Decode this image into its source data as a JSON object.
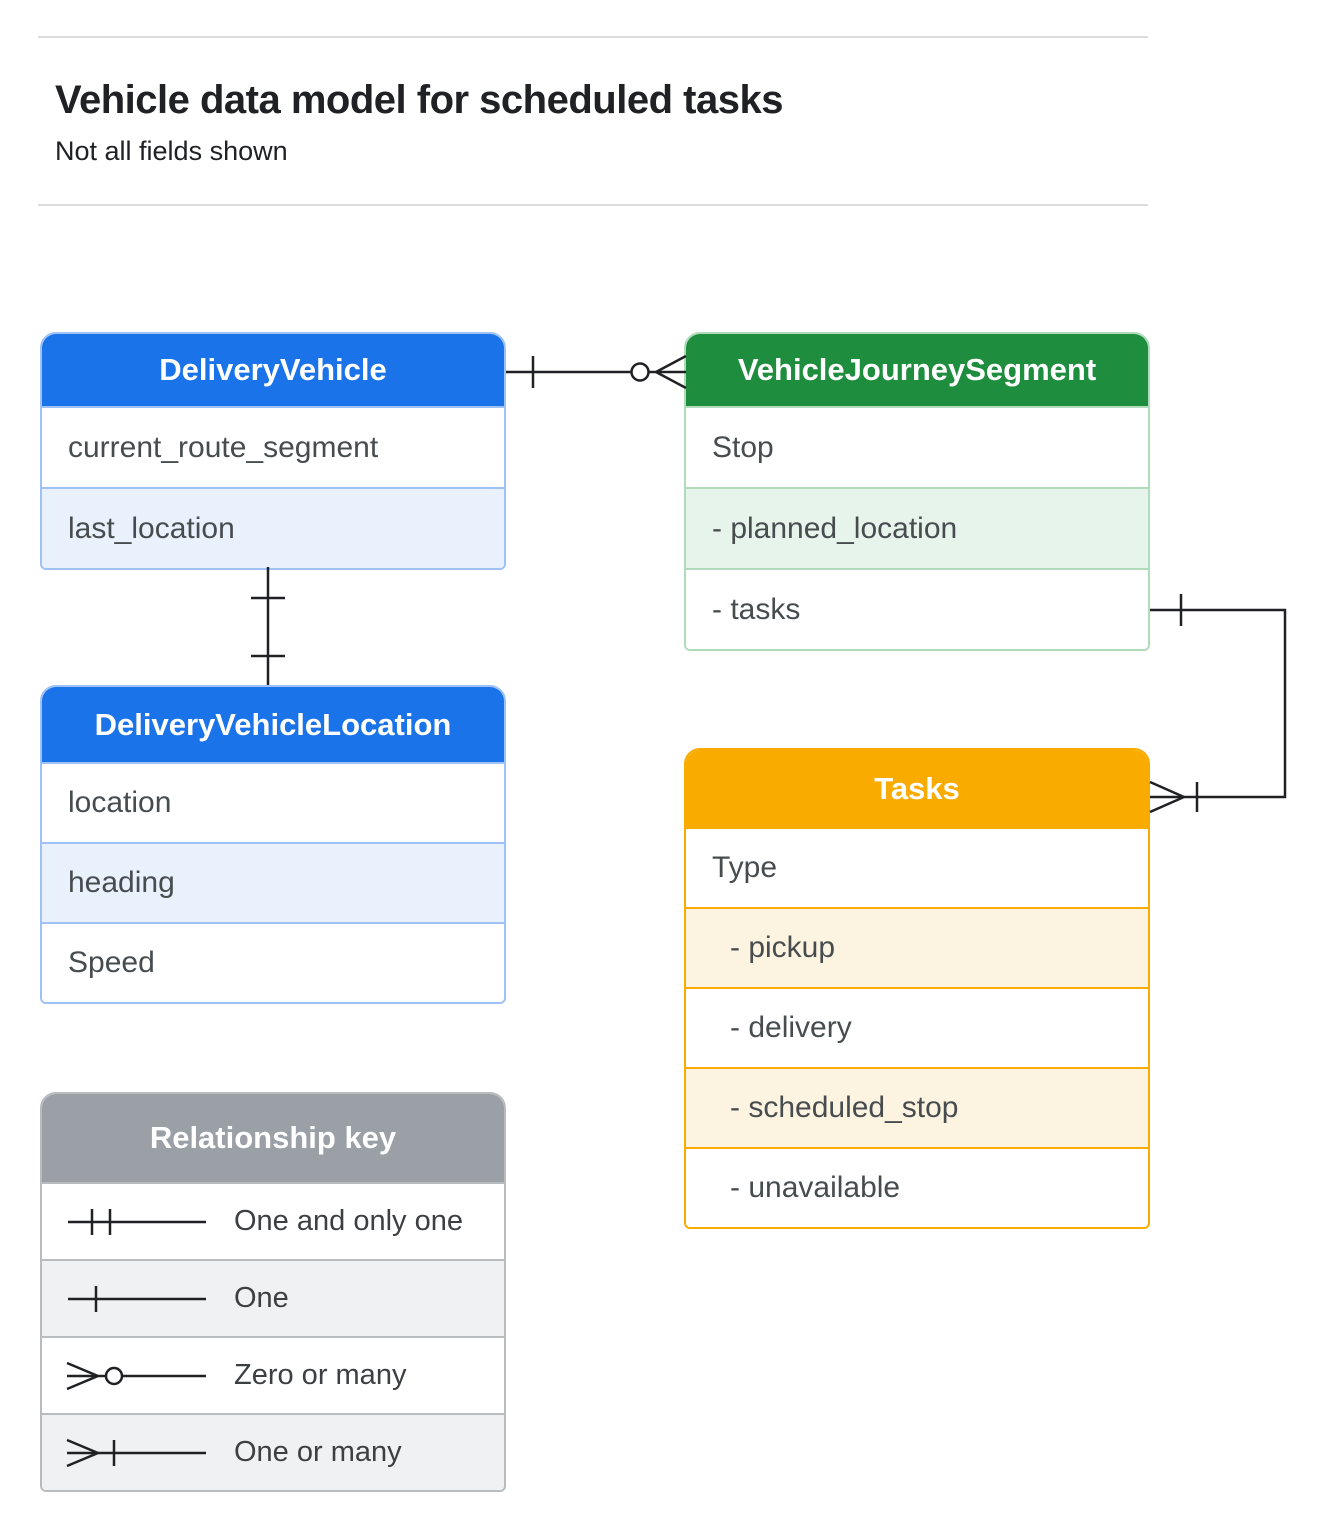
{
  "page": {
    "title": "Vehicle data model for scheduled tasks",
    "subtitle": "Not all fields shown"
  },
  "entities": {
    "delivery_vehicle": {
      "title": "DeliveryVehicle",
      "rows": [
        "current_route_segment",
        "last_location"
      ]
    },
    "vehicle_journey_segment": {
      "title": "VehicleJourneySegment",
      "rows": [
        "Stop",
        "- planned_location",
        "- tasks"
      ]
    },
    "delivery_vehicle_location": {
      "title": "DeliveryVehicleLocation",
      "rows": [
        "location",
        "heading",
        "Speed"
      ]
    },
    "tasks": {
      "title": "Tasks",
      "rows": [
        "Type",
        "- pickup",
        "- delivery",
        "- scheduled_stop",
        "- unavailable"
      ]
    }
  },
  "legend": {
    "title": "Relationship key",
    "items": [
      "One and only one",
      "One",
      "Zero or many",
      "One or many"
    ]
  },
  "connections": [
    {
      "from": "DeliveryVehicle",
      "to": "VehicleJourneySegment",
      "from_end": "one",
      "to_end": "zero-or-many"
    },
    {
      "from": "DeliveryVehicle",
      "to": "DeliveryVehicleLocation",
      "from_end": "one",
      "to_end": "one"
    },
    {
      "from": "VehicleJourneySegment.tasks",
      "to": "Tasks",
      "from_end": "one",
      "to_end": "one-or-many"
    }
  ],
  "colors": {
    "blue_header": "#1a73e8",
    "blue_row": "#e9f1fd",
    "green_header": "#1e8e3e",
    "green_row": "#e7f4eb",
    "orange_header": "#f9ab00",
    "orange_row": "#fdf3e1",
    "gray_header": "#9aa0a6",
    "gray_row": "#eff1f2",
    "line": "#202124",
    "divider": "#dadce0"
  }
}
